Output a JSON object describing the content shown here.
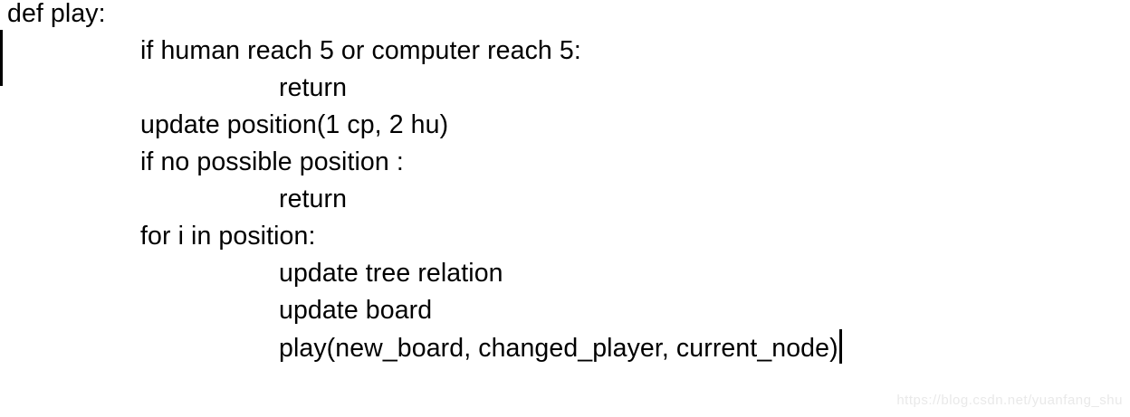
{
  "colors": {
    "background": "#ffffff",
    "text": "#000000",
    "watermark": "#e9e9e9"
  },
  "code": {
    "language": "pseudocode",
    "lines": [
      {
        "indent": 0,
        "text": "def play:"
      },
      {
        "indent": 1,
        "text": "if human reach 5 or computer reach 5:"
      },
      {
        "indent": 2,
        "text": "return"
      },
      {
        "indent": 1,
        "text": "update position(1 cp, 2 hu)"
      },
      {
        "indent": 1,
        "text": "if no possible position :"
      },
      {
        "indent": 2,
        "text": "return"
      },
      {
        "indent": 1,
        "text": "for i in position:"
      },
      {
        "indent": 2,
        "text": "update tree relation"
      },
      {
        "indent": 2,
        "text": "update board"
      },
      {
        "indent": 2,
        "text": "play(new_board, changed_player, current_node)"
      }
    ],
    "caret_after_line_index": 9
  },
  "watermark": {
    "text": "https://blog.csdn.net/yuanfang_shu"
  }
}
